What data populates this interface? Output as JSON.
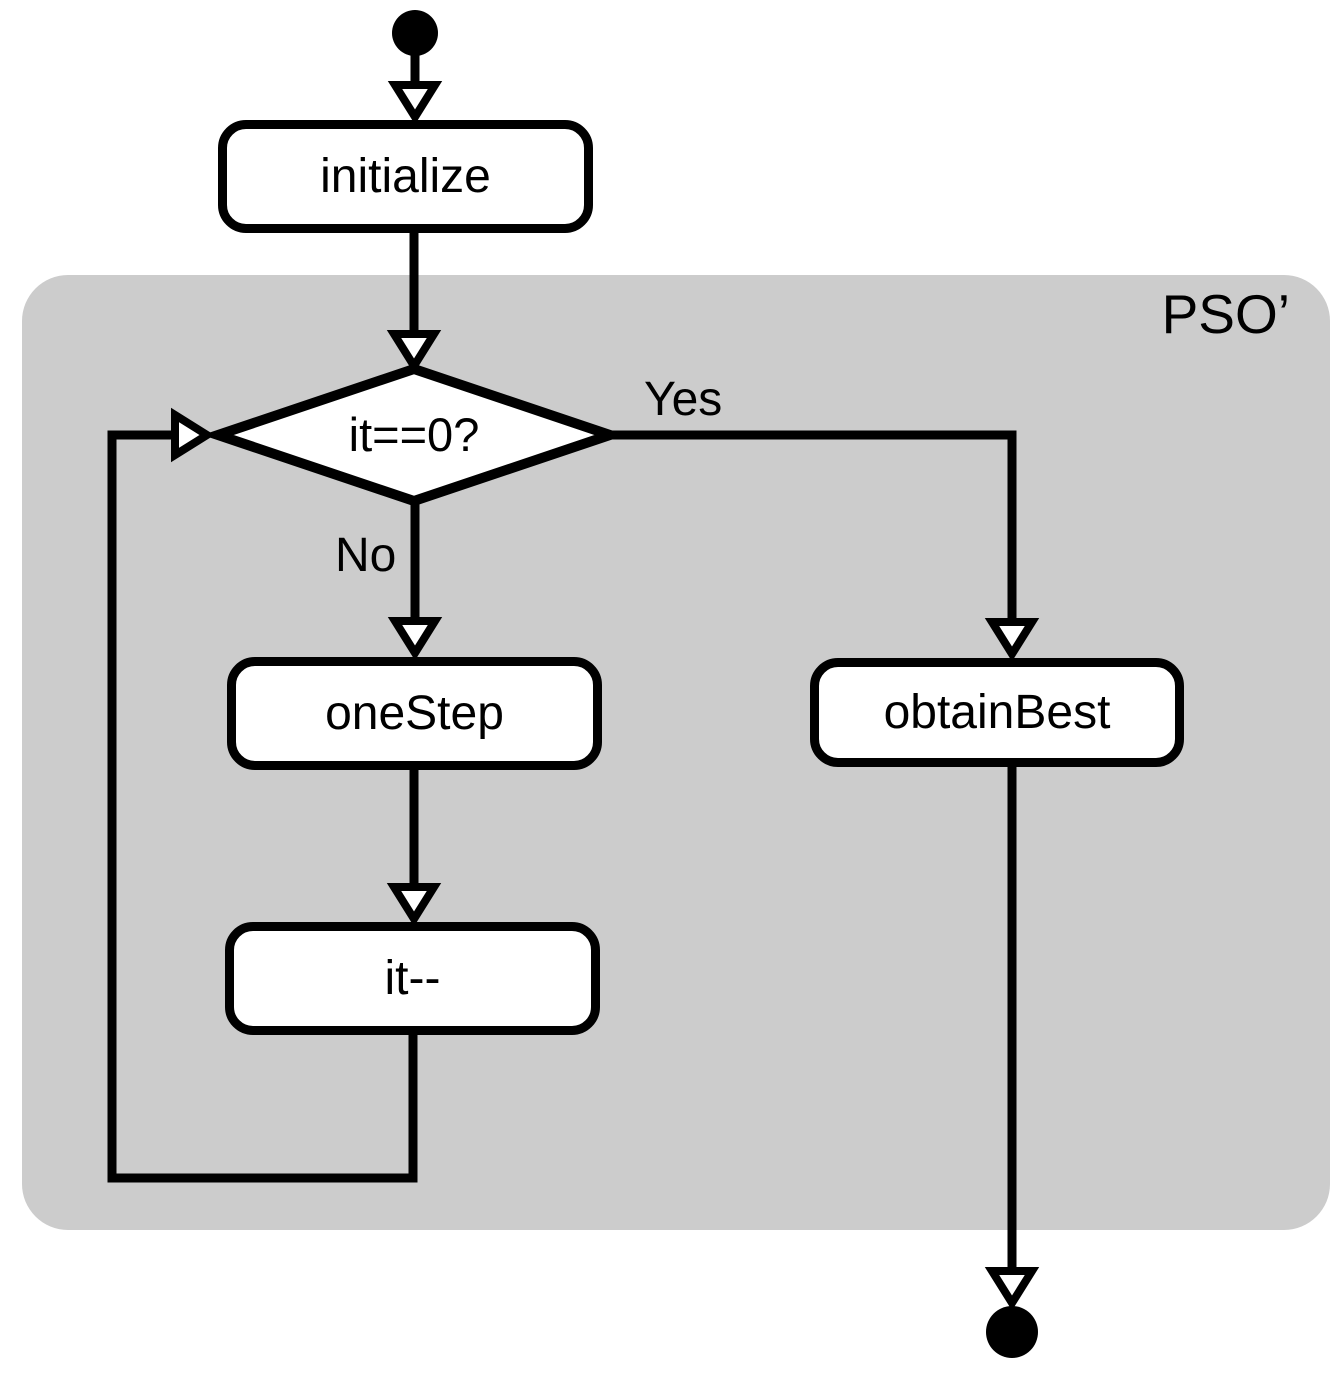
{
  "diagram": {
    "group": {
      "label": "PSO’"
    },
    "nodes": {
      "initialize": {
        "label": "initialize"
      },
      "decision": {
        "label": "it==0?"
      },
      "one_step": {
        "label": "oneStep"
      },
      "it_decrement": {
        "label": "it--"
      },
      "obtain_best": {
        "label": "obtainBest"
      }
    },
    "edge_labels": {
      "yes": "Yes",
      "no": "No"
    },
    "colors": {
      "group_bg": "#cccccc",
      "node_fill": "#ffffff",
      "line": "#000000"
    }
  }
}
